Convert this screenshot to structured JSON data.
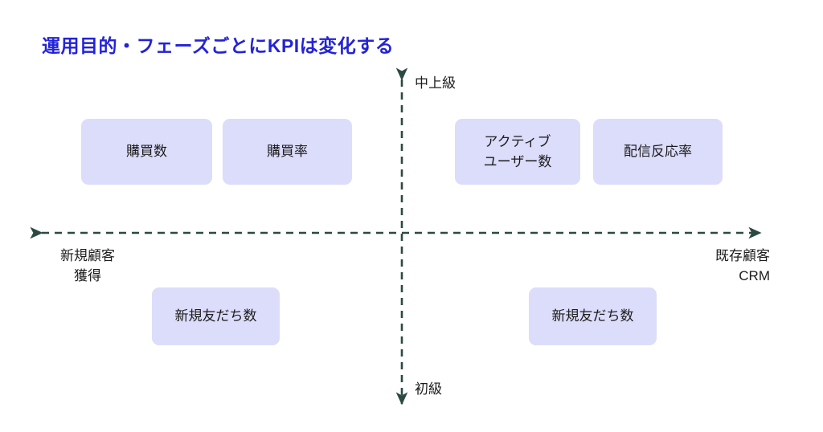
{
  "slide": {
    "title": "運用目的・フェーズごとにKPIは変化する",
    "background_color": "#ffffff",
    "title_color": "#2323d8"
  },
  "axes": {
    "axis_color": "#2b4a42",
    "style": "dashed",
    "vertical": {
      "top_label": "中上級",
      "bottom_label": "初級"
    },
    "horizontal": {
      "left_label_line1": "新規顧客",
      "left_label_line2": "獲得",
      "right_label_line1": "既存顧客",
      "right_label_line2": "CRM"
    }
  },
  "cards": {
    "card_color": "#dcdcfb",
    "items": [
      {
        "line1": "購買数",
        "line2": "",
        "quadrant": "top-left"
      },
      {
        "line1": "購買率",
        "line2": "",
        "quadrant": "top-left"
      },
      {
        "line1": "アクティブ",
        "line2": "ユーザー数",
        "quadrant": "top-right"
      },
      {
        "line1": "配信反応率",
        "line2": "",
        "quadrant": "top-right"
      },
      {
        "line1": "新規友だち数",
        "line2": "",
        "quadrant": "bottom-left"
      },
      {
        "line1": "新規友だち数",
        "line2": "",
        "quadrant": "bottom-right"
      }
    ]
  }
}
